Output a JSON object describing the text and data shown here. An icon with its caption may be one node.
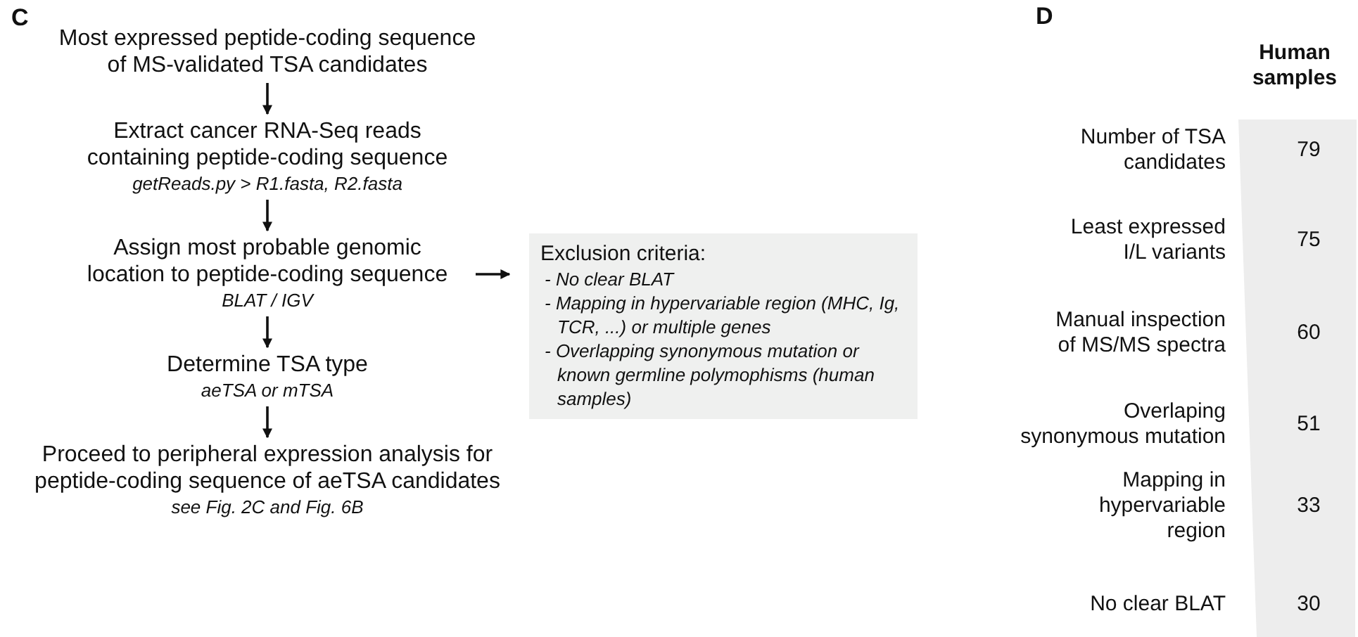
{
  "diagram": {
    "nodes": [
      {
        "text": [
          "Most expressed peptide-coding sequence of MS-validated TSA candidates"
        ]
      },
      {
        "text": [
          "Extract cancer RNA-Seq reads containing peptide-coding sequence",
          "getReads.py > R1.fasta, R2.fasta"
        ]
      },
      {
        "text": [
          "Assign most probable genomic location to peptide-coding sequence",
          "BLAT / IGV"
        ]
      },
      {
        "text": [
          "Determine TSA type",
          "aeTSA or mTSA"
        ]
      },
      {
        "text": [
          "Proceed to peripheral expression analysis for peptide-coding sequence of aeTSA candidates",
          "see Fig. 2C and Fig. 6B"
        ]
      },
      {
        "text": [
          "Exclusion criteria:",
          "- No clear BLAT",
          "- Mapping in hypervariable region (MHC, Ig, TCR, ...) or multiple genes",
          "- Overlapping synonymous mutation or known germline polymophisms (human samples)"
        ]
      }
    ],
    "edges": [
      {
        "from": 0,
        "to": 1,
        "arrow": "to"
      },
      {
        "from": 1,
        "to": 2,
        "arrow": "to"
      },
      {
        "from": 2,
        "to": 3,
        "arrow": "to"
      },
      {
        "from": 3,
        "to": 4,
        "arrow": "to"
      },
      {
        "from": 2,
        "to": 5,
        "arrow": "to"
      }
    ],
    "labels": [
      "C",
      "D",
      "Human samples",
      "Number of TSA candidates",
      "79",
      "Least expressed I/L variants",
      "75",
      "Manual inspection of MS/MS spectra",
      "60",
      "Overlaping synonymous mutation",
      "51",
      "Mapping in hypervariable region",
      "33",
      "No clear BLAT",
      "30"
    ]
  }
}
